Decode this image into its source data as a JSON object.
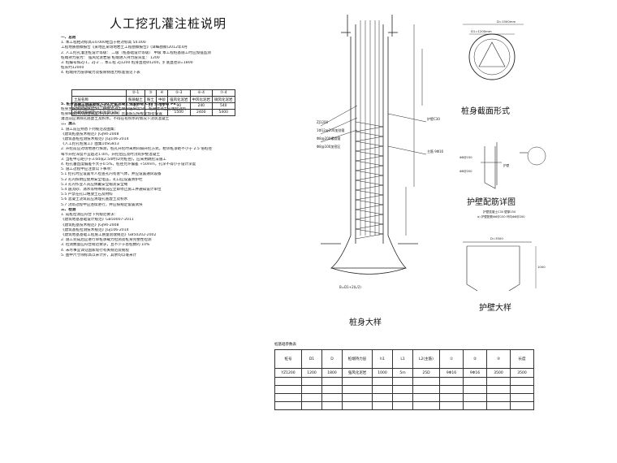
{
  "title": "人工挖孔灌注桩说明",
  "notes": [
    {
      "t": "一、总则",
      "sec": true
    },
    {
      "t": "1. 本工程相对标高±0.000相当于绝对标高 54.000"
    },
    {
      "t": "   工程地质勘察报告《某地区某场地岩土工程勘察报告》(详细勘察)2012年4月"
    },
    {
      "t": "2. 人工挖孔灌注桩设计等级：     二级（桩基础设计等级）     甲级   本工程桩基施工时应加强监测"
    },
    {
      "t": "   桩端持力层为：   强风化泥岩层     桩端进入持力层深度：  1200"
    },
    {
      "t": "3. 桩编号如ZJ-1，ZJ-2 ... 本工程 ZJ1200 桩身直径Ø1200，扩底直径D=1800"
    },
    {
      "t": "   桩长约12000"
    },
    {
      "t": "4. 桩端持力层承载力及极限侧阻力标准值见下表"
    },
    {
      "t": "5. 桩身混凝土强度等级  C30  护壁混凝土强度等级  C30  抗渗等级  P8",
      "sec": true
    },
    {
      "t": "   桩身主筋保护层厚度50，护壁混凝土保护层厚度50，桩身混凝土应连续浇筑"
    },
    {
      "t": "   桩身纵筋伸入承台长度不小于 35d，且箍筋应按规定加密设置"
    },
    {
      "t": "   灌注前应清除孔底虚土及积水，不得在有积水的情况下浇筑混凝土"
    },
    {
      "t": "二、施工",
      "sec": true
    },
    {
      "t": "1. 施工前应熟悉下列规范及图集："
    },
    {
      "t": "   《建筑桩基技术规范》JGJ94-2008"
    },
    {
      "t": "   《建筑基桩检测技术规范》JGJ106-2014"
    },
    {
      "t": "   《人工挖孔桩施工》图集10SG813"
    },
    {
      "t": "2. 开挖前应对场地进行探测，桩孔开挖时采用间隔开挖方式，相邻桩净距不小于 2.5 倍桩径"
    },
    {
      "t": "   每节开挖深度不宜超过1.0m，开挖后应及时浇筑护壁混凝土"
    },
    {
      "t": "3. 当桩中心距小于3.0d或2.5d时(D为桩径)，应采用跳挖法施工"
    },
    {
      "t": "4. 桩孔垂直度偏差不大于0.5%，桩径允许偏差 +50mm，孔深不得小于设计深度"
    },
    {
      "t": "5. 施工过程中应注意以下事项："
    },
    {
      "t": "5.1  挖孔时应设置专人检查孔内有害气体，并应设置通风设备"
    },
    {
      "t": "5.2  孔内照明应使用安全电压，孔口应设置防护栏"
    },
    {
      "t": "5.3  孔内作业人员应佩戴安全帽及安全绳"
    },
    {
      "t": "5.4  遇流砂、涌水等特殊情况应立即停止施工并通知设计单位"
    },
    {
      "t": "5.5  严禁在孔口堆放土石及材料"
    },
    {
      "t": "5.6  混凝土浇筑前应清理孔底虚土及积水"
    },
    {
      "t": "5.7  浇筑过程中应连续进行，并应按规定留置试块"
    },
    {
      "t": "三、检测",
      "sec": true
    },
    {
      "t": "1. 成桩检测应符合下列规范要求："
    },
    {
      "t": "   《建筑地基基础设计规范》GB50007-2011"
    },
    {
      "t": "   《建筑桩基技术规范》JGJ94-2008"
    },
    {
      "t": "   《建筑基桩检测技术规范》JGJ106-2014"
    },
    {
      "t": "   《建筑地基基础工程施工质量验收规范》GB50202-2002"
    },
    {
      "t": "2. 施工完成后应进行单桩承载力检测及桩身完整性检测"
    },
    {
      "t": "3. 检测数量应符合规范要求，且不少于总桩数的 10%"
    },
    {
      "t": "4. 未尽事宜详见国家现行有关规范及规程"
    },
    {
      "t": "5. 图中尺寸除标高以米计外，其余均以毫米计"
    }
  ],
  "soil_table": {
    "header": [
      "",
      "②-1",
      "③",
      "④",
      "⑤-3",
      "⑥-4",
      "⑦-4"
    ],
    "rows": [
      [
        "土层名称",
        "粉质黏土",
        "粉土",
        "中砂",
        "强风化泥岩",
        "中风化泥岩",
        "微风化泥岩"
      ],
      [
        "桩侧极限侧阻力标准值(kPa)",
        "15",
        "20",
        "35",
        "90",
        "240",
        "540"
      ],
      [
        "桩端极限端阻力标准值(kPa)",
        "",
        "",
        "",
        "1500",
        "2400",
        "5400"
      ]
    ]
  },
  "labels": {
    "section_title": "桩身截面形式",
    "guard_title": "护壁配筋详图",
    "guard_large": "护壁大样",
    "pile_title": "桩身大样",
    "d1500": "D=1500mm",
    "d1200": "D1=1200mm",
    "z3500": "D=3500",
    "dim_1000": "1000",
    "guard_note": "护壁混凝土C30 壁厚150",
    "guard_note2": "a) 护壁配筋Φ8@150 环向Φ8@200",
    "bottom_note": "B=D1+2(L/2)"
  },
  "pile_table": {
    "title": "桩基础参数表",
    "header": [
      "桩号",
      "D1",
      "D",
      "桩端持力层",
      "h1",
      "L1",
      "L2(主筋)",
      "①",
      "②",
      "③",
      "长度"
    ],
    "row": [
      "YZ1200",
      "1200",
      "1800",
      "强风化泥岩",
      "1000",
      "5m",
      "25D",
      "9Φ16",
      "9Φ16",
      "3500",
      "3500"
    ]
  }
}
